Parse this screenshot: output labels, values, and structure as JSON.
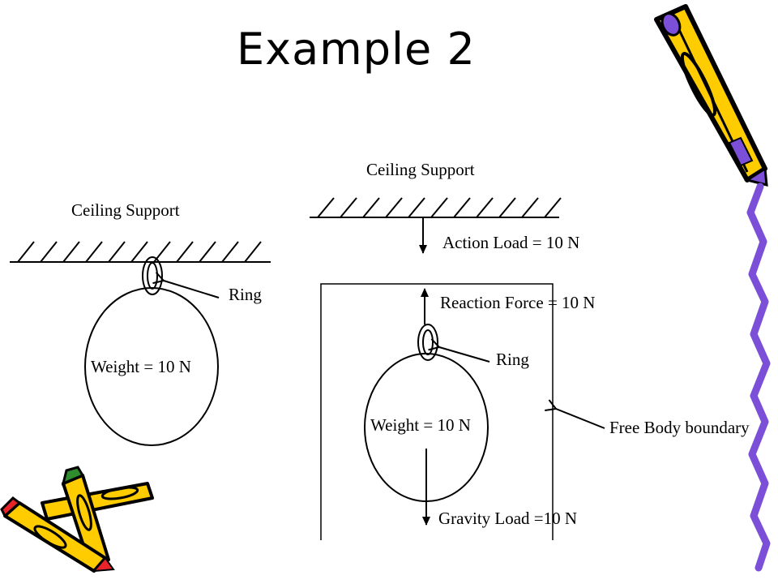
{
  "title": "Example 2",
  "left_diagram": {
    "ceiling_label": "Ceiling Support",
    "ring_label": "Ring",
    "weight_label": "Weight = 10 N"
  },
  "right_diagram": {
    "ceiling_label": "Ceiling Support",
    "action_label": "Action Load = 10 N",
    "reaction_label": "Reaction Force = 10 N",
    "ring_label": "Ring",
    "weight_label": "Weight = 10 N",
    "gravity_label": "Gravity Load =10 N",
    "boundary_label": "Free Body boundary"
  },
  "colors": {
    "pencil_yellow": "#ffcc00",
    "pencil_purple": "#7b4fd8",
    "pencil_red": "#e8242a",
    "pencil_green": "#2e8b2e",
    "outline": "#000000"
  },
  "decorations": [
    "pencil-icon",
    "pencil-cluster-icon",
    "purple-zigzag-border"
  ]
}
